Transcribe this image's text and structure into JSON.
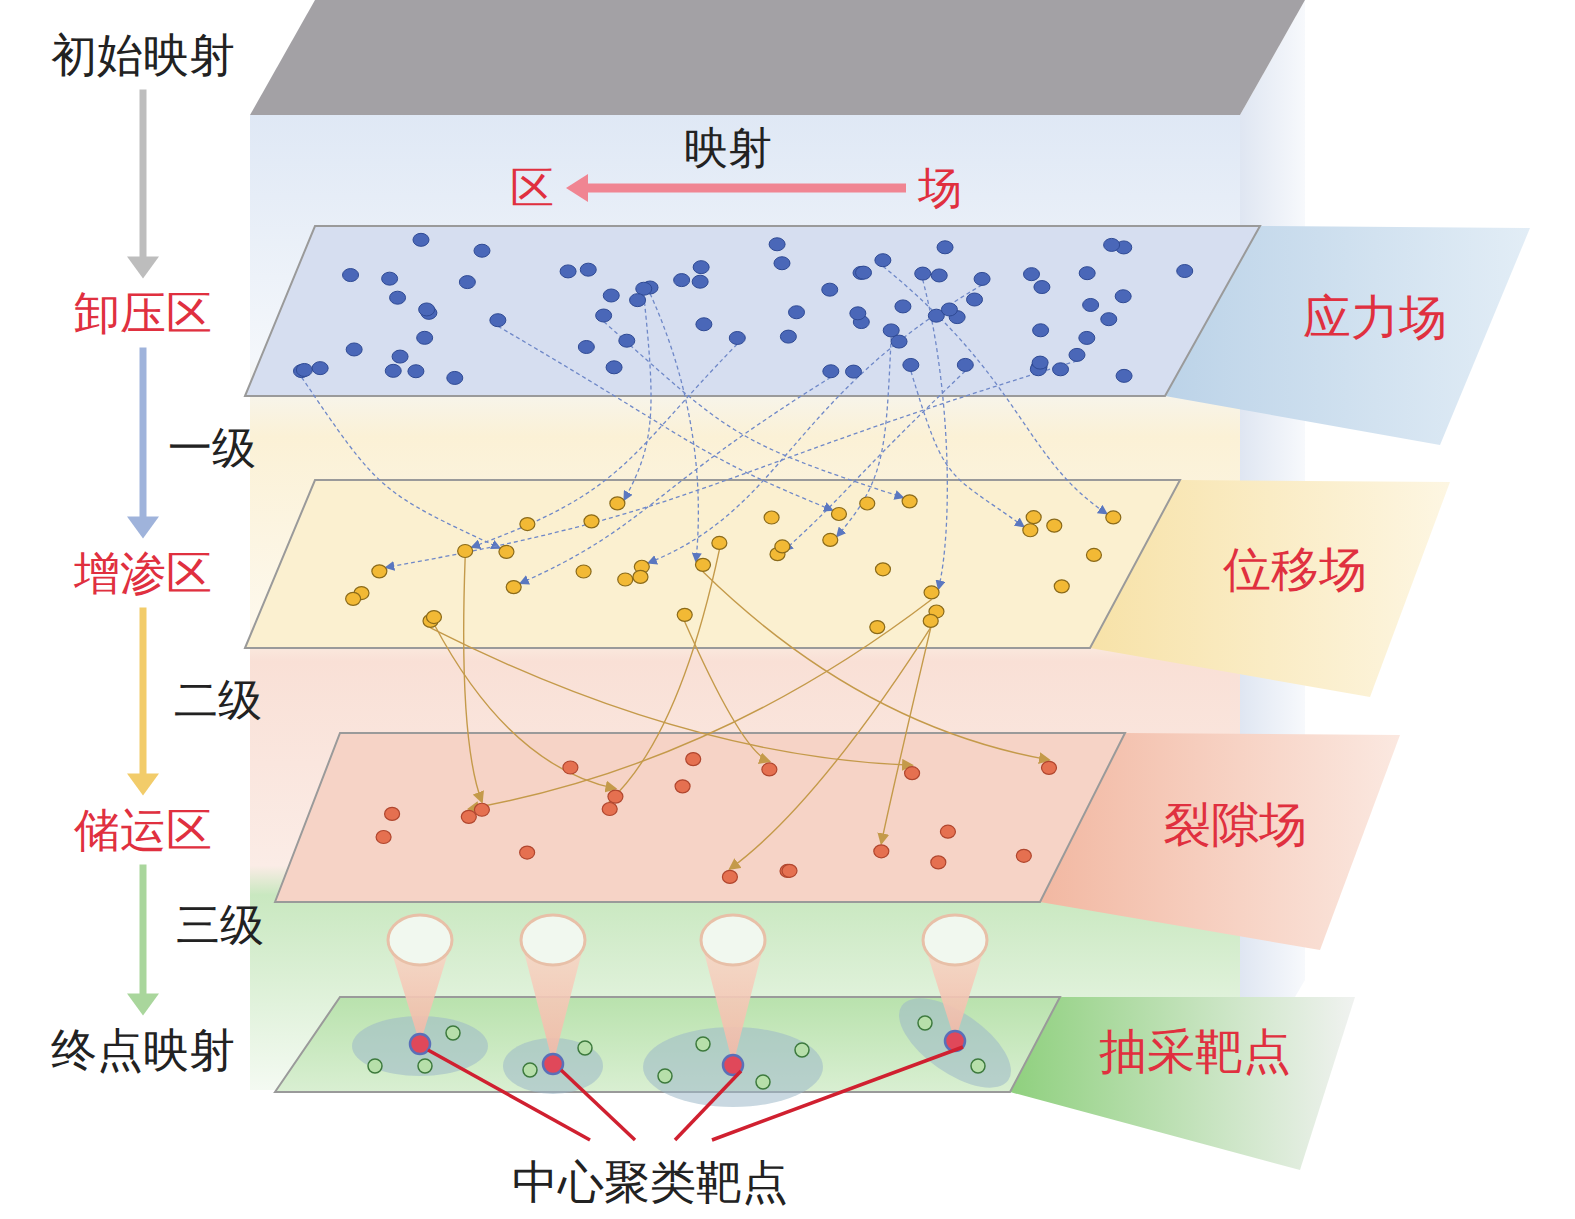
{
  "diagram": {
    "nodes": [
      {
        "text": [
          "初始映射"
        ]
      },
      {
        "text": [
          "卸压区"
        ]
      },
      {
        "text": [
          "增渗区"
        ]
      },
      {
        "text": [
          "储运区"
        ]
      },
      {
        "text": [
          "终点映射"
        ]
      },
      {
        "text": [
          "区"
        ]
      },
      {
        "text": [
          "场"
        ]
      },
      {
        "text": [
          "应力场"
        ]
      },
      {
        "text": [
          "位移场"
        ]
      },
      {
        "text": [
          "裂隙场"
        ]
      },
      {
        "text": [
          "抽采靶点"
        ]
      }
    ],
    "edges": [
      {
        "from": 0,
        "to": 1,
        "arrow": "to"
      },
      {
        "from": 1,
        "to": 2,
        "label": "一级",
        "arrow": "to"
      },
      {
        "from": 2,
        "to": 3,
        "label": "二级",
        "arrow": "to"
      },
      {
        "from": 3,
        "to": 4,
        "label": "三级",
        "arrow": "to"
      },
      {
        "from": 6,
        "to": 5,
        "label": "映射",
        "arrow": "to"
      }
    ],
    "labels": [
      "中心聚类靶点"
    ]
  }
}
